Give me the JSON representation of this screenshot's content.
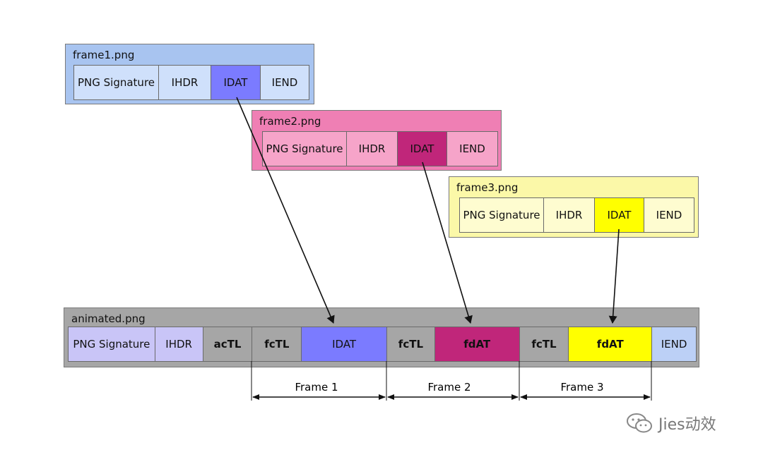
{
  "frames": [
    {
      "title": "frame1.png",
      "chunks": [
        "PNG Signature",
        "IHDR",
        "IDAT",
        "IEND"
      ],
      "panel_color": "#a8c4f0",
      "chunk_color": "#cfe0fb",
      "idat_color": "#7b7bff"
    },
    {
      "title": "frame2.png",
      "chunks": [
        "PNG Signature",
        "IHDR",
        "IDAT",
        "IEND"
      ],
      "panel_color": "#ef7fb4",
      "chunk_color": "#f6a4c9",
      "idat_color": "#c0267a"
    },
    {
      "title": "frame3.png",
      "chunks": [
        "PNG Signature",
        "IHDR",
        "IDAT",
        "IEND"
      ],
      "panel_color": "#fbf8a8",
      "chunk_color": "#fefcd0",
      "idat_color": "#ffff00"
    }
  ],
  "animated": {
    "title": "animated.png",
    "panel_color": "#a6a6a6",
    "chunks": [
      {
        "label": "PNG Signature",
        "color": "#c9c5f7",
        "bold": false
      },
      {
        "label": "IHDR",
        "color": "#c9c5f7",
        "bold": false
      },
      {
        "label": "acTL",
        "color": "#a6a6a6",
        "bold": true
      },
      {
        "label": "fcTL",
        "color": "#a6a6a6",
        "bold": true
      },
      {
        "label": "IDAT",
        "color": "#7b7bff",
        "bold": false
      },
      {
        "label": "fcTL",
        "color": "#a6a6a6",
        "bold": true
      },
      {
        "label": "fdAT",
        "color": "#c0267a",
        "bold": true
      },
      {
        "label": "fcTL",
        "color": "#a6a6a6",
        "bold": true
      },
      {
        "label": "fdAT",
        "color": "#ffff00",
        "bold": true
      },
      {
        "label": "IEND",
        "color": "#bcd0f6",
        "bold": false
      }
    ]
  },
  "frame_ranges": [
    "Frame 1",
    "Frame 2",
    "Frame 3"
  ],
  "watermark": {
    "text": "Jies动效",
    "icon": "wechat-icon"
  }
}
